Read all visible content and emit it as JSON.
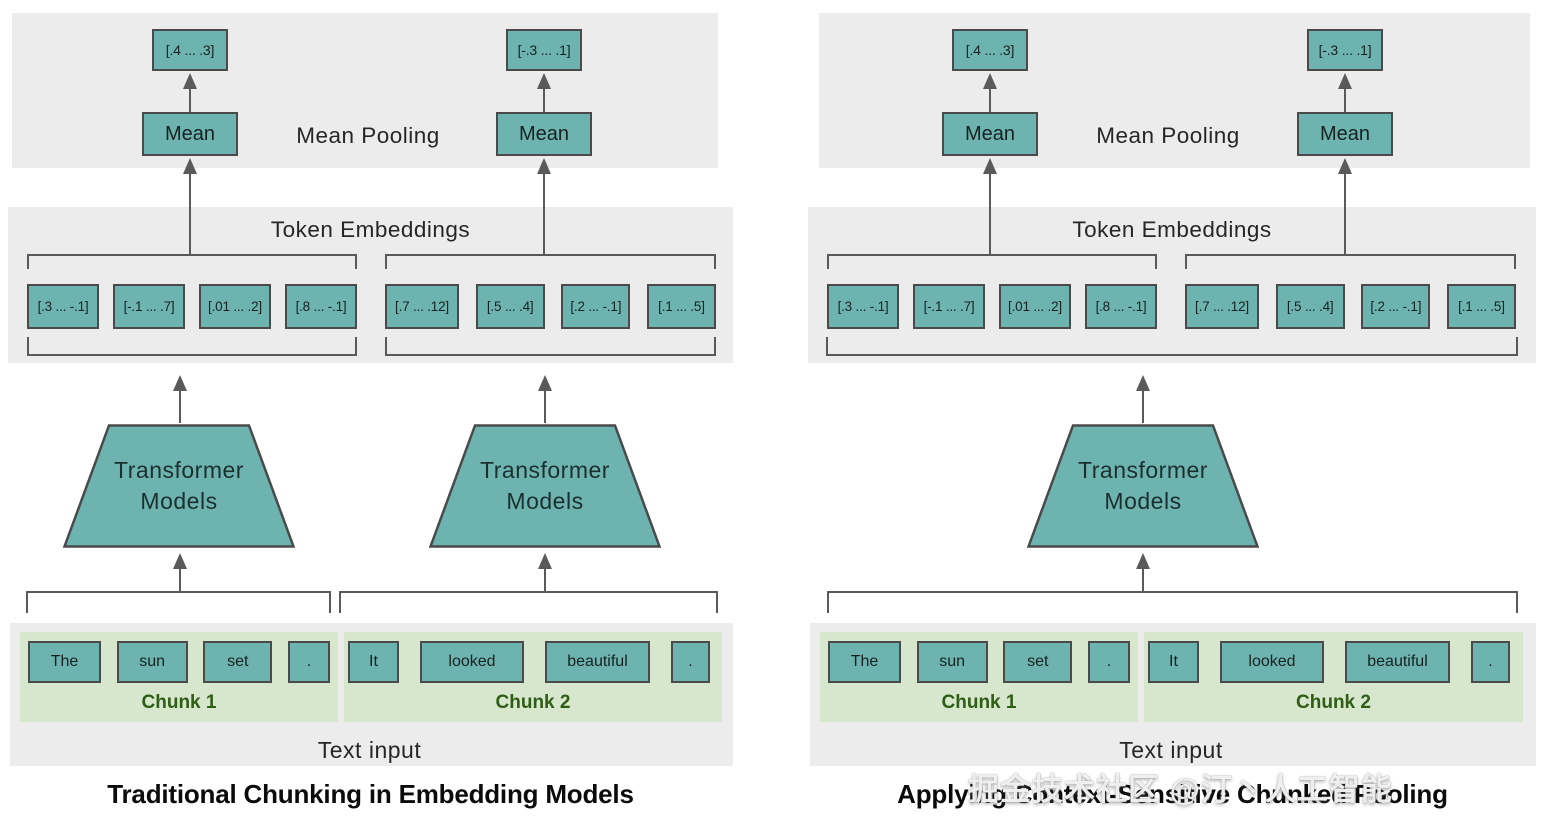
{
  "watermark": "掘金技术社区 @汀丶人工智能",
  "colors": {
    "box_fill": "#6db4b1",
    "box_border": "#4a4a4a",
    "panel_bg": "#ececec",
    "chunk_bg": "#d6e7cd",
    "chunk_label_green": "#2f5d16",
    "line_gray": "#5a5a5a",
    "title_text": "#0b0b0b"
  },
  "left": {
    "title": "Traditional Chunking in Embedding Models",
    "mean_pooling_label": "Mean Pooling",
    "token_embeddings_label": "Token Embeddings",
    "text_input_label": "Text input",
    "mean_label": "Mean",
    "transformer": [
      "Transformer",
      "Models"
    ],
    "outputs": [
      "[.4 ... .3]",
      "[-.3 ... .1]"
    ],
    "embeddings": {
      "chunk1": [
        "[.3 ... -.1]",
        "[-.1 ... .7]",
        "[.01 ... .2]",
        "[.8 ... -.1]"
      ],
      "chunk2": [
        "[.7 ... .12]",
        "[.5 ... .4]",
        "[.2 ... -.1]",
        "[.1 ... .5]"
      ]
    },
    "chunks": [
      {
        "label": "Chunk 1",
        "tokens": [
          "The",
          "sun",
          "set",
          "."
        ]
      },
      {
        "label": "Chunk 2",
        "tokens": [
          "It",
          "looked",
          "beautiful",
          "."
        ]
      }
    ]
  },
  "right": {
    "title": "Applying Context-Sensitive Chunked Pooling",
    "mean_pooling_label": "Mean Pooling",
    "token_embeddings_label": "Token Embeddings",
    "text_input_label": "Text input",
    "mean_label": "Mean",
    "transformer": [
      "Transformer",
      "Models"
    ],
    "outputs": [
      "[.4 ... .3]",
      "[-.3 ... .1]"
    ],
    "embeddings": {
      "chunk1": [
        "[.3 ... -.1]",
        "[-.1 ... .7]",
        "[.01 ... .2]",
        "[.8 ... -.1]"
      ],
      "chunk2": [
        "[.7 ... .12]",
        "[.5 ... .4]",
        "[.2 ... -.1]",
        "[.1 ... .5]"
      ]
    },
    "chunks": [
      {
        "label": "Chunk 1",
        "tokens": [
          "The",
          "sun",
          "set",
          "."
        ]
      },
      {
        "label": "Chunk 2",
        "tokens": [
          "It",
          "looked",
          "beautiful",
          "."
        ]
      }
    ]
  }
}
